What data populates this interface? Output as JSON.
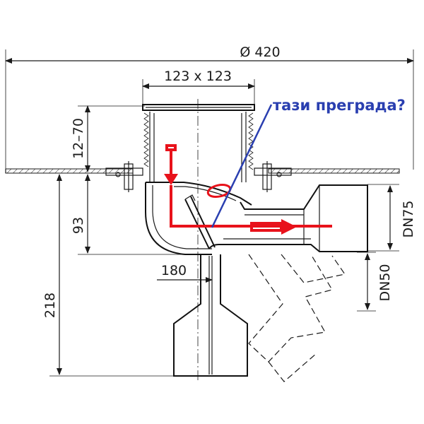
{
  "dimensions": {
    "overall_diameter": "Ø 420",
    "grate_size": "123 x 123",
    "height_adjust": "12–70",
    "outlet_height": "93",
    "total_height": "218",
    "outlet_offset": "180",
    "side_outlet": "DN75",
    "bottom_outlet": "DN50"
  },
  "annotation": {
    "question": "тази преграда?"
  },
  "colors": {
    "drawing": "#1a1a1a",
    "flow_arrow": "#e8121b",
    "annotation": "#2a3fb0"
  }
}
